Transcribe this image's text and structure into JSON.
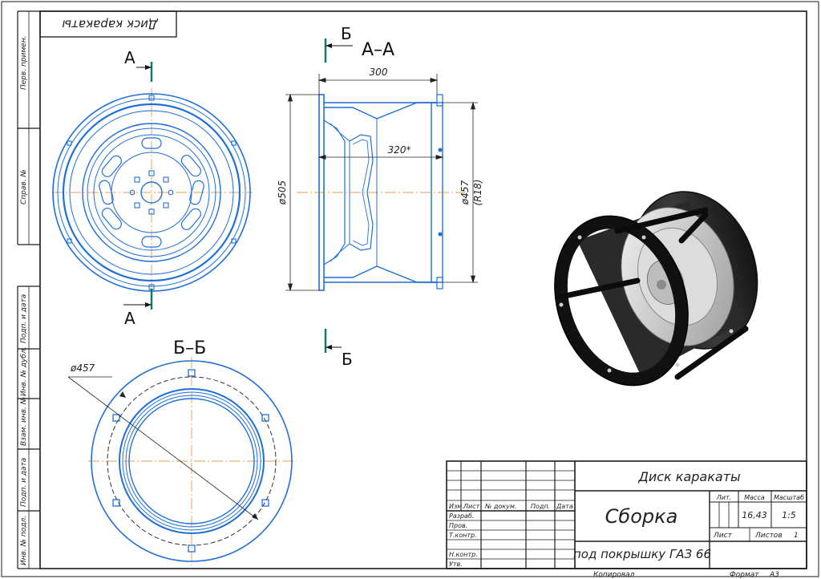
{
  "title_tag": "Диск каракаты",
  "sections": {
    "aa_marker": "А",
    "aa_title": "А–А",
    "bb_marker": "Б",
    "bb_title": "Б–Б"
  },
  "dimensions": {
    "width_300": "300",
    "width_320": "320*",
    "dia_505": "ø505",
    "dia_457_side": "ø457",
    "r18": "(R18)",
    "dia_457_bb": "ø457"
  },
  "side_column": {
    "perv_primen": "Перв. примен.",
    "sprav_no": "Справ. №",
    "podp_data_1": "Подп. и дата",
    "inv_dubl": "Инв. № дубл.",
    "vzam_inv": "Взам. инв. №",
    "podp_data_2": "Подп. и дата",
    "inv_podl": "Инв. № подл."
  },
  "title_block": {
    "designation": "Диск каракаты",
    "name": "Сборка",
    "subtitle": "под покрышку ГАЗ 66",
    "col_izm": "Изм.",
    "col_list": "Лист",
    "col_dokum": "№ докум.",
    "col_podp": "Подп.",
    "col_data": "Дата",
    "razrab": "Разраб.",
    "prov": "Пров.",
    "t_kontr": "Т.контр.",
    "n_kontr": "Н.контр.",
    "utv": "Утв.",
    "lit": "Лит.",
    "massa": "Масса",
    "masshtab": "Масштаб",
    "mass_value": "16,43",
    "scale_value": "1:5",
    "sheet_label": "Лист",
    "sheets_label": "Листов",
    "sheets_value": "1",
    "copied": "Копировал",
    "format_label": "Формат",
    "format_value": "А3"
  },
  "colors": {
    "drawing_blue": "#1f6fd6",
    "frame": "#1a1a1a",
    "section_marker": "#0f7a6e",
    "axis_orange": "#e07b1a"
  }
}
